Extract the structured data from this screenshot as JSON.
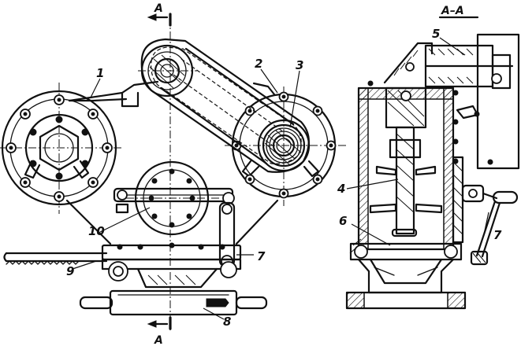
{
  "section_marks": {
    "top": "A",
    "bottom": "A",
    "section_title": "A–A"
  },
  "left_view_callouts": [
    {
      "id": "c1",
      "label": "1"
    },
    {
      "id": "c2",
      "label": "2"
    },
    {
      "id": "c3",
      "label": "3"
    },
    {
      "id": "c7",
      "label": "7"
    },
    {
      "id": "c8",
      "label": "8"
    },
    {
      "id": "c9",
      "label": "9"
    },
    {
      "id": "c10",
      "label": "10"
    }
  ],
  "right_view_callouts": [
    {
      "id": "c4",
      "label": "4"
    },
    {
      "id": "c5",
      "label": "5"
    },
    {
      "id": "c6",
      "label": "6"
    },
    {
      "id": "c7b",
      "label": "7"
    }
  ]
}
